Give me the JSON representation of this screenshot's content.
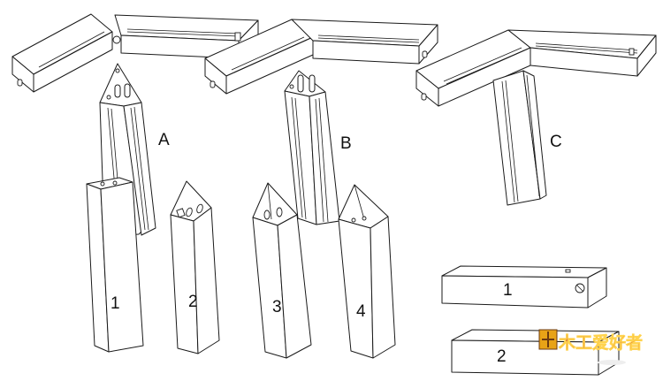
{
  "labels": {
    "assembly_a": "A",
    "assembly_b": "B",
    "assembly_c": "C",
    "post_1": "1",
    "post_2": "2",
    "post_3": "3",
    "post_4": "4",
    "rail_1": "1",
    "rail_2": "2"
  },
  "watermark": {
    "brand": "木工爱好者"
  },
  "colors": {
    "line": "#1a1a1a",
    "fill": "#ffffff",
    "watermark_orange": "#e8a317",
    "watermark_red": "#c0392b"
  }
}
